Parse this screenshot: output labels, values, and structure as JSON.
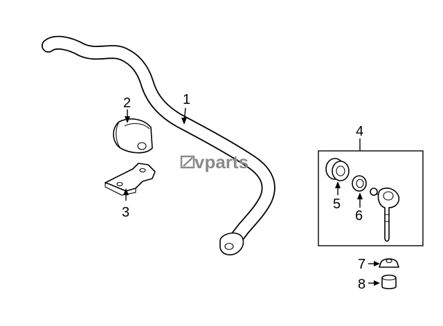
{
  "watermark": {
    "brand_rest": "vparts"
  },
  "callouts": {
    "c1": "1",
    "c2": "2",
    "c3": "3",
    "c4": "4",
    "c5": "5",
    "c6": "6",
    "c7": "7",
    "c8": "8"
  },
  "colors": {
    "line": "#000000",
    "background": "#ffffff",
    "watermark": "#8a8a8a"
  }
}
